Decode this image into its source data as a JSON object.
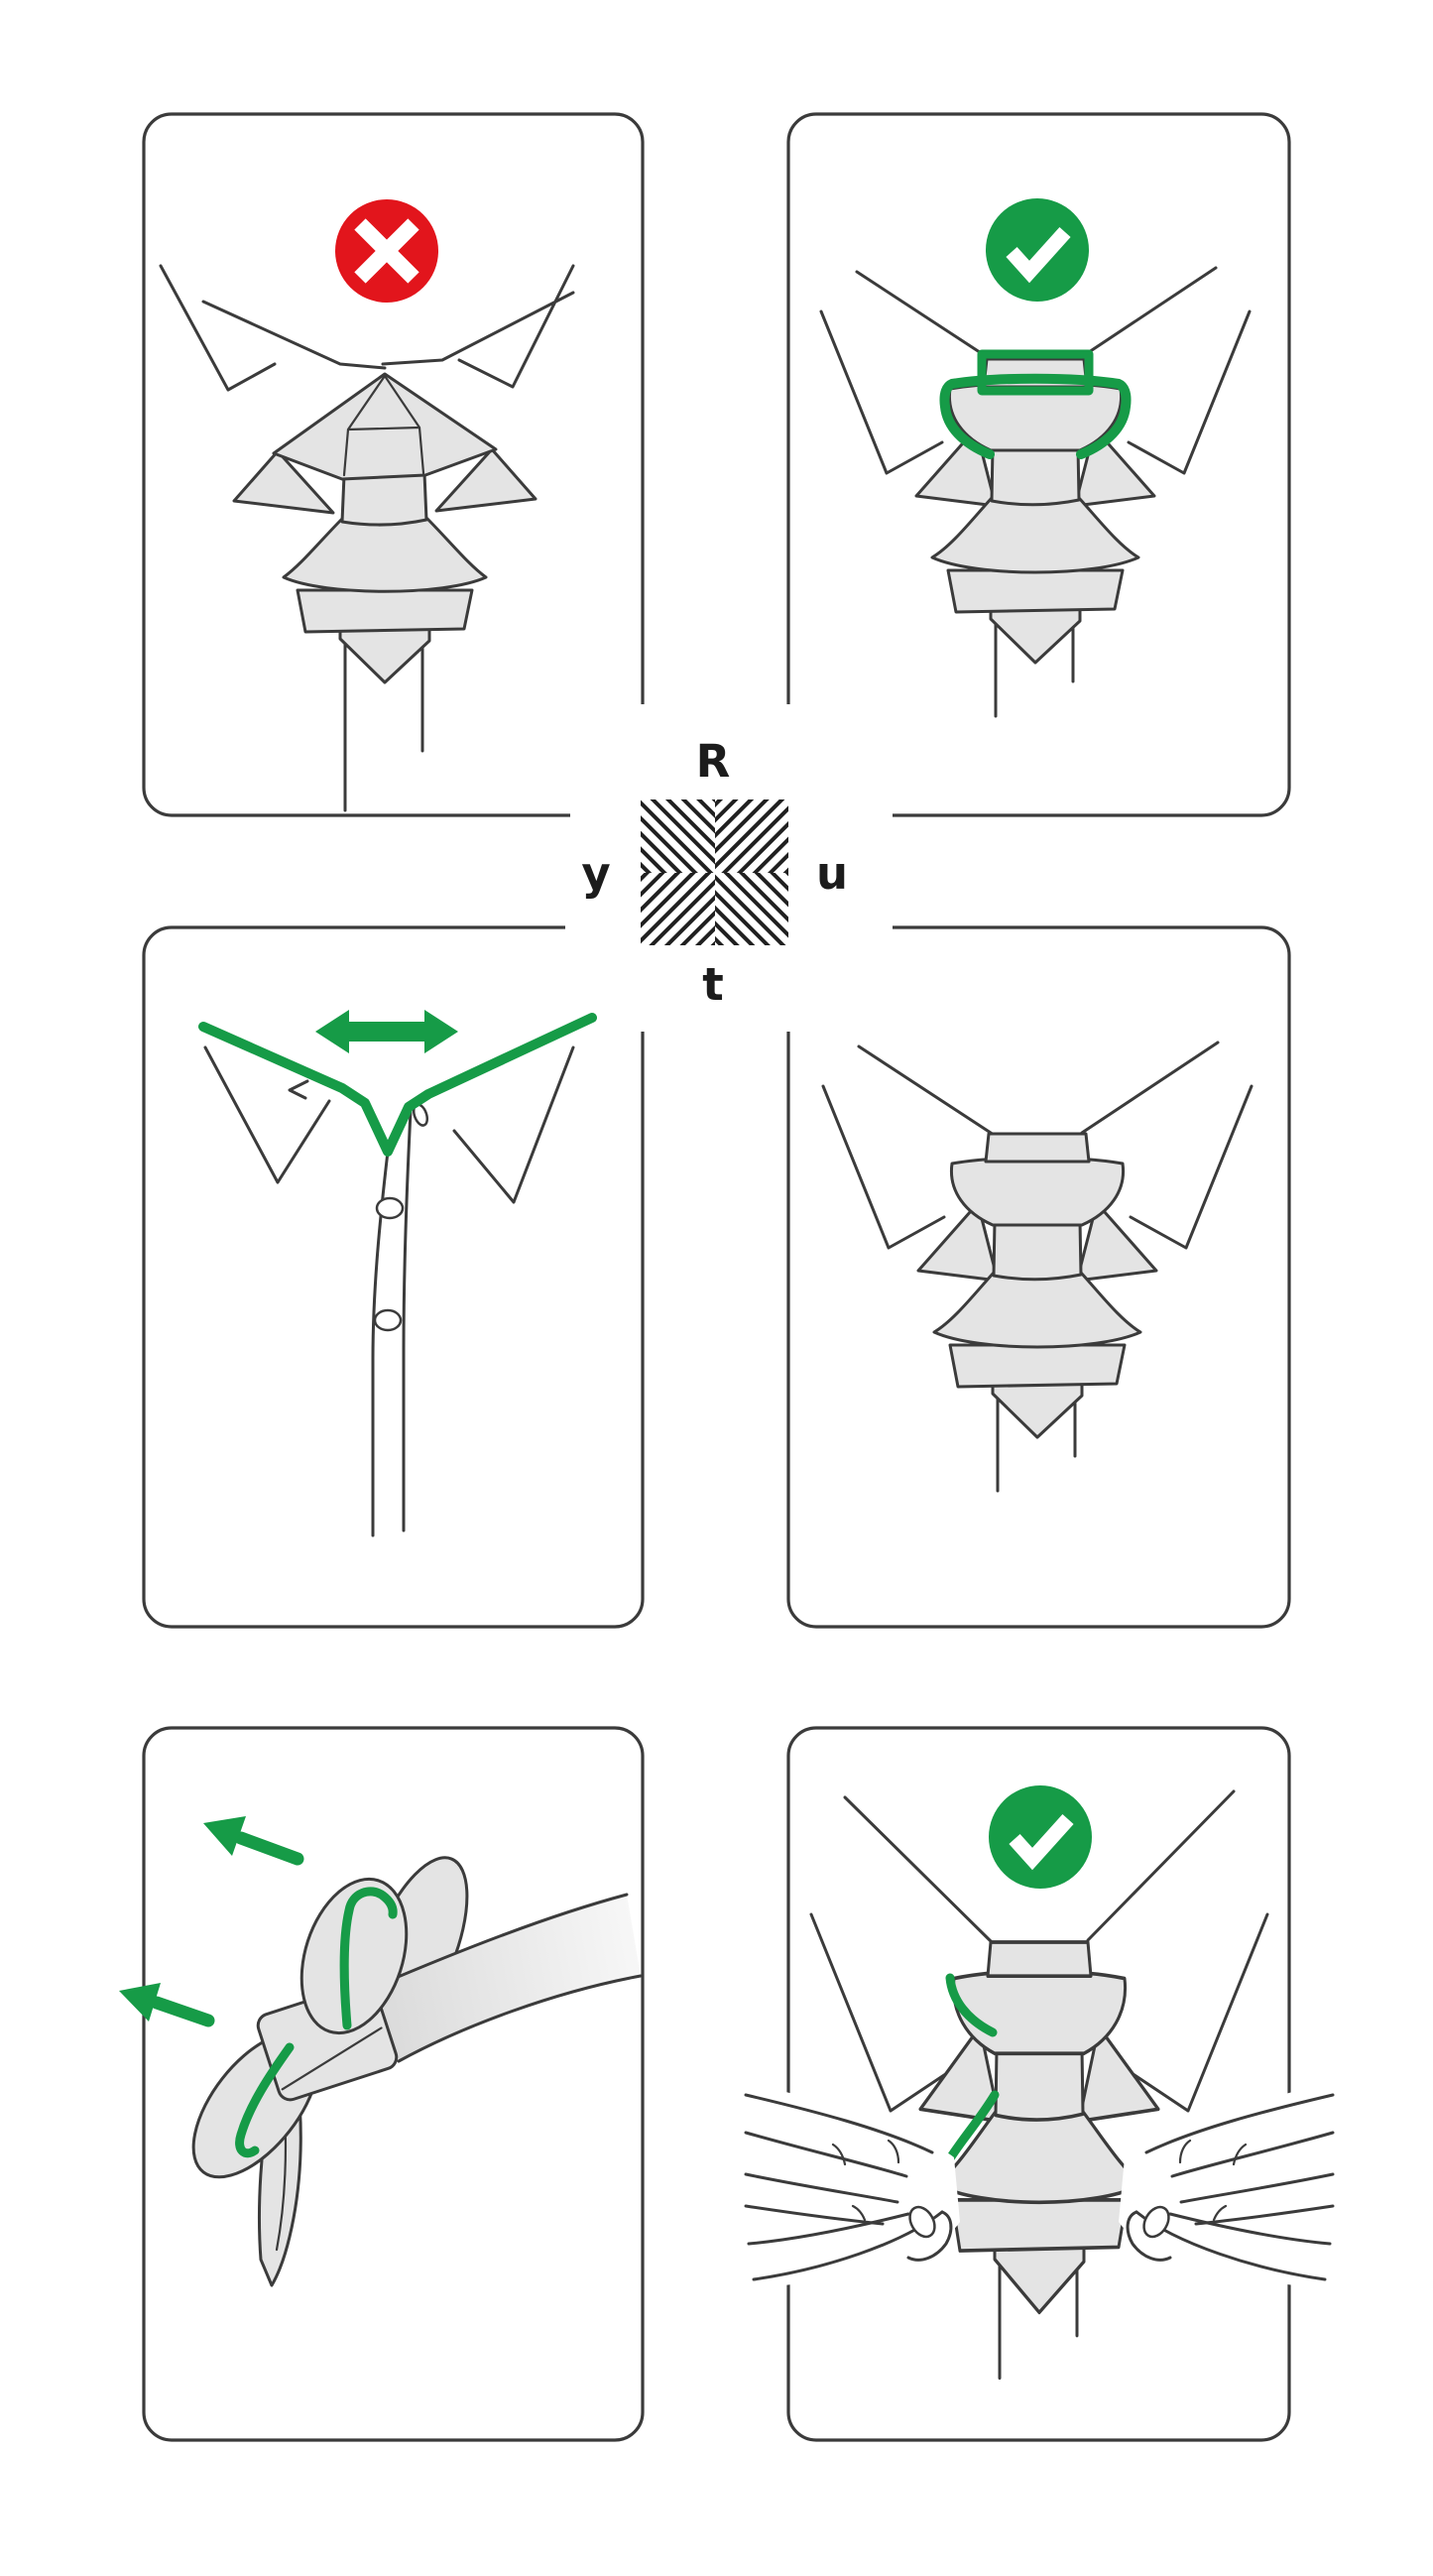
{
  "legend": {
    "top_label": "R",
    "left_label": "y",
    "right_label": "u",
    "bottom_label": "t",
    "swatch_icon": "fabric-hatch-swatch-icon"
  },
  "colors": {
    "green": "#169b47",
    "red": "#e2151c",
    "line": "#3b3b3b",
    "shape_fill": "#e4e4e4",
    "text": "#1c1c1c"
  },
  "panels": [
    {
      "name": "knot-position-wrong",
      "row": 1,
      "col": 1,
      "status_icon": "error-icon"
    },
    {
      "name": "knot-position-correct",
      "row": 1,
      "col": 2,
      "status_icon": "success-icon",
      "highlight": "neckband-outline-green"
    },
    {
      "name": "collar-band-adjust",
      "row": 2,
      "col": 1,
      "annotation_icons": [
        "left-right-arrow-icon"
      ]
    },
    {
      "name": "knot-front-view",
      "row": 2,
      "col": 2
    },
    {
      "name": "loosen-loops",
      "row": 3,
      "col": 1,
      "annotation_icons": [
        "arrow-up-left-icon",
        "arrow-up-left-icon"
      ]
    },
    {
      "name": "spread-and-fluff",
      "row": 3,
      "col": 2,
      "status_icon": "success-icon"
    }
  ]
}
